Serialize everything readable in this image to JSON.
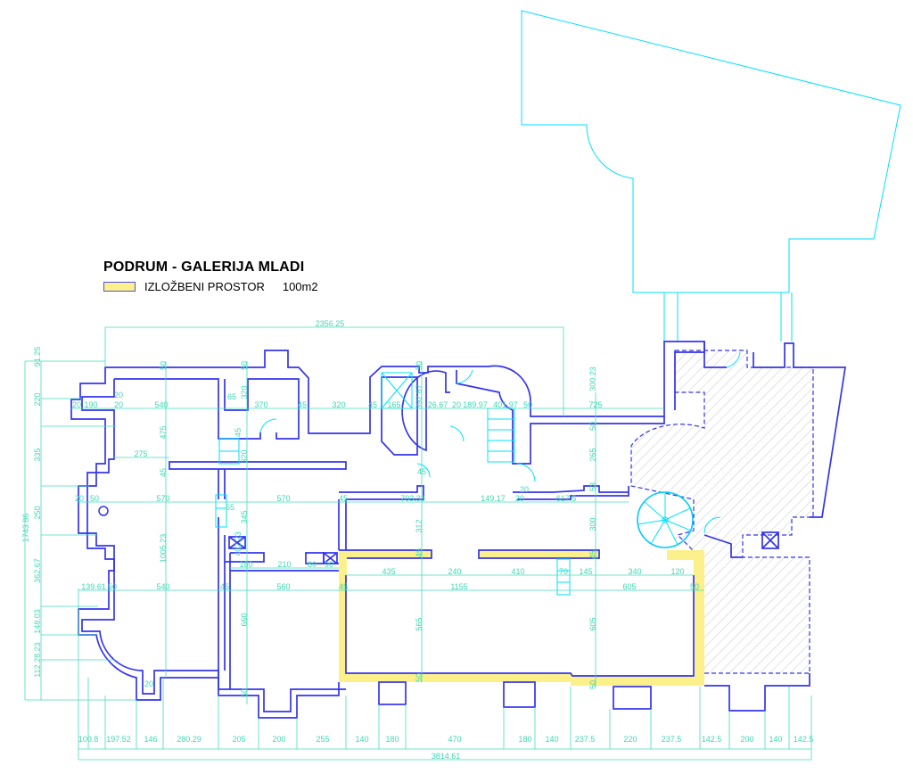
{
  "plan": {
    "title": "PODRUM - GALERIJA MLADI",
    "legend": {
      "label": "IZLOŽBENI PROSTOR",
      "area": "100m2",
      "color": "#fbf08a"
    },
    "colors": {
      "walls": "#3434ee",
      "dimensions": "#3fd8b4",
      "site": "#00e0ff",
      "exhibition": "#fbf08a"
    }
  },
  "dims": {
    "overall_top": "2356.25",
    "overall_bottom": "3814.61",
    "overall_left": "1743.86",
    "bottom": [
      "100.8",
      "197.52",
      "146",
      "280.29",
      "205",
      "200",
      "255",
      "140",
      "180",
      "470",
      "180",
      "140",
      "237.5",
      "220",
      "237.5",
      "142.5",
      "200",
      "140",
      "142.5"
    ],
    "left": [
      "91.25",
      "220",
      "335",
      "250",
      "362.67",
      "148.03",
      "112.28.23"
    ],
    "row1": [
      "20",
      "190",
      "20",
      "540",
      "370",
      "45",
      "320",
      "45",
      "165",
      "26.67",
      "20",
      "189.97",
      "401.97",
      "50",
      "725"
    ],
    "row2": [
      "275"
    ],
    "row3": [
      "20",
      "50",
      "570",
      "570",
      "45",
      "703.33",
      "149.17",
      "20",
      "617.5"
    ],
    "row4": [
      "180",
      "210",
      "80",
      "90",
      "435",
      "240",
      "410",
      "70",
      "145",
      "340",
      "120"
    ],
    "row5": [
      "139.61",
      "50",
      "540",
      "45",
      "560",
      "45",
      "1155",
      "605",
      "50"
    ],
    "vertical": [
      "50",
      "475",
      "45",
      "1005.23",
      "50",
      "320",
      "45",
      "320",
      "345",
      "402.23",
      "660",
      "50",
      "50",
      "392.67",
      "312",
      "45",
      "565",
      "50",
      "300.23",
      "50",
      "265",
      "53",
      "300",
      "45",
      "605",
      "50",
      "65",
      "65",
      "20",
      "20",
      "45",
      "20"
    ]
  }
}
